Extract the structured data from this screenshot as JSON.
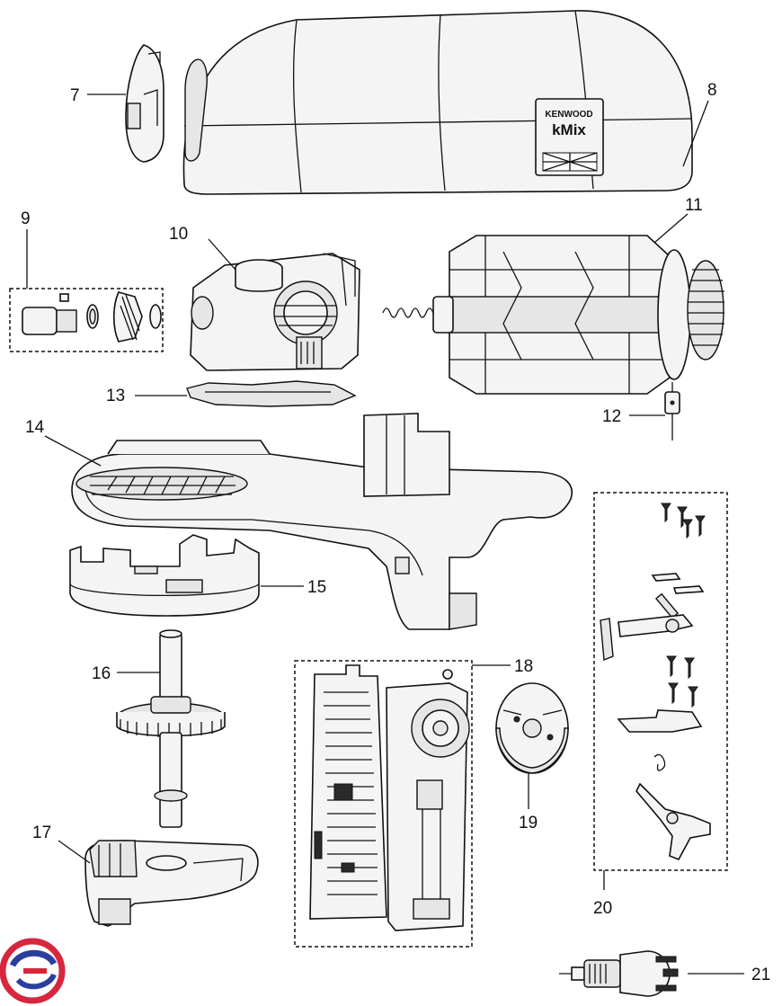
{
  "brand_logo": {
    "line1": "KENWOOD",
    "line2": "kMix"
  },
  "callouts": [
    "7",
    "8",
    "9",
    "10",
    "11",
    "12",
    "13",
    "14",
    "15",
    "16",
    "17",
    "18",
    "19",
    "20",
    "21"
  ],
  "colors": {
    "ink": "#111111",
    "watermark_red": "#d7263d",
    "watermark_blue": "#2a3f9d"
  },
  "icons": [
    "watermark-logo-icon",
    "union-flag-icon"
  ]
}
